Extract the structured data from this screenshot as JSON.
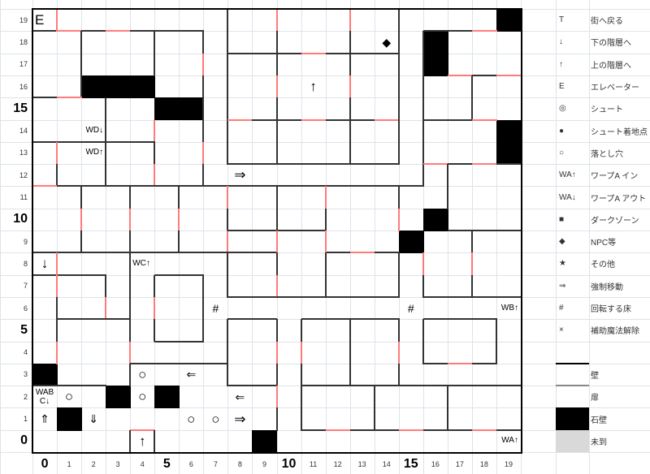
{
  "map": {
    "row_labels": [
      "0",
      "1",
      "2",
      "3",
      "4",
      "5",
      "6",
      "7",
      "8",
      "9",
      "10",
      "11",
      "12",
      "13",
      "14",
      "15",
      "16",
      "17",
      "18",
      "19"
    ],
    "col_labels": [
      "0",
      "1",
      "2",
      "3",
      "4",
      "5",
      "6",
      "7",
      "8",
      "9",
      "10",
      "11",
      "12",
      "13",
      "14",
      "15",
      "16",
      "17",
      "18",
      "19"
    ],
    "bold_labels": [
      "0",
      "5",
      "10",
      "15"
    ],
    "symbols": [
      {
        "col": 0,
        "row": 19,
        "text": "E",
        "style": "big left"
      },
      {
        "col": 2,
        "row": 14,
        "text": "WD↓",
        "style": "small right"
      },
      {
        "col": 2,
        "row": 13,
        "text": "WD↑",
        "style": "small right"
      },
      {
        "col": 8,
        "row": 12,
        "text": "⇒",
        "style": "big"
      },
      {
        "col": 14,
        "row": 18,
        "text": "◆",
        "style": ""
      },
      {
        "col": 11,
        "row": 16,
        "text": "↑",
        "style": "big"
      },
      {
        "col": 0,
        "row": 8,
        "text": "↓",
        "style": "big"
      },
      {
        "col": 4,
        "row": 8,
        "text": "WC↑",
        "style": "small left"
      },
      {
        "col": 7,
        "row": 6,
        "text": "#",
        "style": ""
      },
      {
        "col": 15,
        "row": 6,
        "text": "#",
        "style": ""
      },
      {
        "col": 19,
        "row": 6,
        "text": "WB↑",
        "style": "small right"
      },
      {
        "col": 4,
        "row": 3,
        "text": "○",
        "style": "big"
      },
      {
        "col": 6,
        "row": 3,
        "text": "⇐",
        "style": ""
      },
      {
        "col": 0,
        "row": 2,
        "text": "WAB C↓",
        "style": "small wrap"
      },
      {
        "col": 1,
        "row": 2,
        "text": "○",
        "style": "big"
      },
      {
        "col": 4,
        "row": 2,
        "text": "○",
        "style": "big"
      },
      {
        "col": 8,
        "row": 2,
        "text": "⇐",
        "style": ""
      },
      {
        "col": 0,
        "row": 1,
        "text": "⇑",
        "style": ""
      },
      {
        "col": 2,
        "row": 1,
        "text": "⇓",
        "style": ""
      },
      {
        "col": 6,
        "row": 1,
        "text": "○",
        "style": "big"
      },
      {
        "col": 7,
        "row": 1,
        "text": "○",
        "style": "big"
      },
      {
        "col": 8,
        "row": 1,
        "text": "⇒",
        "style": "big"
      },
      {
        "col": 4,
        "row": 0,
        "text": "↑",
        "style": "big"
      },
      {
        "col": 19,
        "row": 0,
        "text": "WA↑",
        "style": "small right"
      }
    ]
  },
  "legend": [
    {
      "symbol": "T",
      "label": "街へ戻る"
    },
    {
      "symbol": "↓",
      "label": "下の階層へ"
    },
    {
      "symbol": "↑",
      "label": "上の階層へ"
    },
    {
      "symbol": "E",
      "label": "エレベーター"
    },
    {
      "symbol": "◎",
      "label": "シュート"
    },
    {
      "symbol": "●",
      "label": "シュート着地点"
    },
    {
      "symbol": "○",
      "label": "落とし穴"
    },
    {
      "symbol": "WA↑",
      "label": "ワープA イン"
    },
    {
      "symbol": "WA↓",
      "label": "ワープA アウト"
    },
    {
      "symbol": "■",
      "label": "ダークゾーン"
    },
    {
      "symbol": "◆",
      "label": "NPC等"
    },
    {
      "symbol": "★",
      "label": "その他"
    },
    {
      "symbol": "⇒",
      "label": "強制移動"
    },
    {
      "symbol": "#",
      "label": "回転する床"
    },
    {
      "symbol": "×",
      "label": "補助魔法解除"
    }
  ],
  "legend_swatches": [
    {
      "kind": "wall",
      "label": "壁"
    },
    {
      "kind": "door",
      "label": "扉"
    },
    {
      "kind": "stone",
      "label": "石壁"
    },
    {
      "kind": "unvisited",
      "label": "未到"
    }
  ],
  "colors": {
    "wall": "#000000",
    "door": "#ff7b7b",
    "stone": "#000000",
    "unvisited": "#d9d9d9",
    "grid": "#dde3ea"
  }
}
